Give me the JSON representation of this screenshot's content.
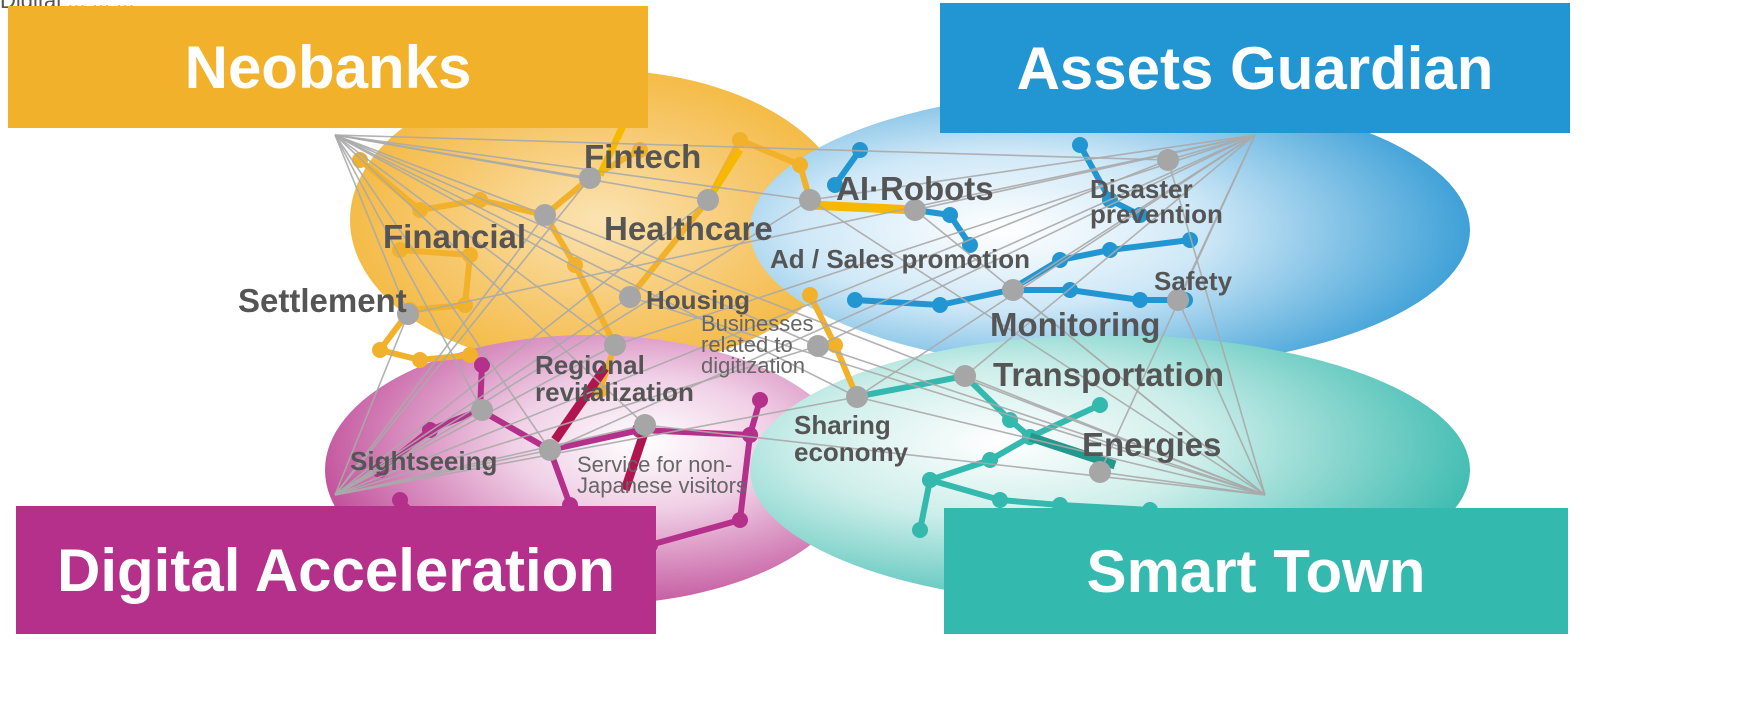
{
  "colors": {
    "neobanks": "#f2b12a",
    "assets_guardian": "#2196d2",
    "digital_acceleration": "#b4308a",
    "smart_town": "#33b9ad",
    "label_text": "#555555",
    "link_gray": "#aaaaaa",
    "node_gray": "#a6a6a6"
  },
  "header_fragment": "Digital ... ... ...",
  "corners": {
    "neobanks": "Neobanks",
    "assets_guardian": "Assets Guardian",
    "digital_acceleration": "Digital Acceleration",
    "smart_town": "Smart Town"
  },
  "labels": {
    "fintech": "Fintech",
    "ai_robots": "AI·Robots",
    "disaster_prevention_1": "Disaster",
    "disaster_prevention_2": "prevention",
    "financial": "Financial",
    "healthcare": "Healthcare",
    "ad_sales_promotion": "Ad / Sales promotion",
    "settlement": "Settlement",
    "housing": "Housing",
    "safety": "Safety",
    "businesses_digitization_1": "Businesses",
    "businesses_digitization_2": "related to",
    "businesses_digitization_3": "digitization",
    "monitoring": "Monitoring",
    "regional_revitalization_1": "Regional",
    "regional_revitalization_2": "revitalization",
    "transportation": "Transportation",
    "sharing_economy_1": "Sharing",
    "sharing_economy_2": "economy",
    "energies": "Energies",
    "sightseeing": "Sightseeing",
    "service_non_japanese_1": "Service  for non-",
    "service_non_japanese_2": "Japanese visitors"
  }
}
